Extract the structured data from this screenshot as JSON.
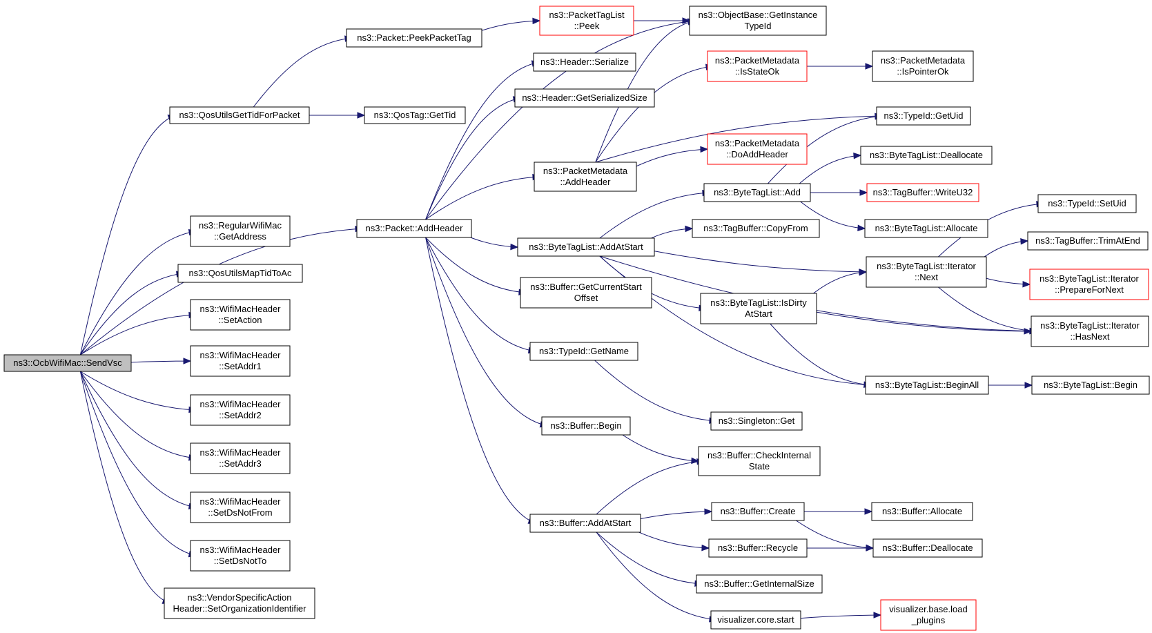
{
  "colors": {
    "edge": "#191970",
    "node_border": "#000000",
    "node_border_red": "#ff0000",
    "root_fill": "#bfbfbf"
  },
  "nodes": [
    {
      "id": "n0",
      "lines": [
        "ns3::OcbWifiMac::SendVsc"
      ],
      "root": true
    },
    {
      "id": "n1",
      "lines": [
        "ns3::QosUtilsGetTidForPacket"
      ]
    },
    {
      "id": "n2",
      "lines": [
        "ns3::Packet::PeekPacketTag"
      ]
    },
    {
      "id": "n3",
      "lines": [
        "ns3::PacketTagList",
        "::Peek"
      ],
      "red": true
    },
    {
      "id": "n4",
      "lines": [
        "ns3::ObjectBase::GetInstance",
        "TypeId"
      ]
    },
    {
      "id": "n5",
      "lines": [
        "ns3::QosTag::GetTid"
      ]
    },
    {
      "id": "n6",
      "lines": [
        "ns3::Packet::AddHeader"
      ]
    },
    {
      "id": "n7",
      "lines": [
        "ns3::Header::Serialize"
      ]
    },
    {
      "id": "n8",
      "lines": [
        "ns3::Header::GetSerializedSize"
      ]
    },
    {
      "id": "n9",
      "lines": [
        "ns3::PacketMetadata",
        "::AddHeader"
      ]
    },
    {
      "id": "n10",
      "lines": [
        "ns3::PacketMetadata",
        "::IsStateOk"
      ],
      "red": true
    },
    {
      "id": "n11",
      "lines": [
        "ns3::PacketMetadata",
        "::IsPointerOk"
      ]
    },
    {
      "id": "n12",
      "lines": [
        "ns3::TypeId::GetUid"
      ]
    },
    {
      "id": "n13",
      "lines": [
        "ns3::PacketMetadata",
        "::DoAddHeader"
      ],
      "red": true
    },
    {
      "id": "n14",
      "lines": [
        "ns3::ByteTagList::Deallocate"
      ]
    },
    {
      "id": "n15",
      "lines": [
        "ns3::ByteTagList::Add"
      ]
    },
    {
      "id": "n16",
      "lines": [
        "ns3::TagBuffer::WriteU32"
      ],
      "red": true
    },
    {
      "id": "n17",
      "lines": [
        "ns3::ByteTagList::Allocate"
      ]
    },
    {
      "id": "n18",
      "lines": [
        "ns3::ByteTagList::AddAtStart"
      ]
    },
    {
      "id": "n19",
      "lines": [
        "ns3::TagBuffer::CopyFrom"
      ]
    },
    {
      "id": "n20",
      "lines": [
        "ns3::TypeId::SetUid"
      ]
    },
    {
      "id": "n21",
      "lines": [
        "ns3::TagBuffer::TrimAtEnd"
      ]
    },
    {
      "id": "n22",
      "lines": [
        "ns3::ByteTagList::Iterator",
        "::Next"
      ]
    },
    {
      "id": "n23",
      "lines": [
        "ns3::ByteTagList::Iterator",
        "::PrepareForNext"
      ],
      "red": true
    },
    {
      "id": "n24",
      "lines": [
        "ns3::ByteTagList::IsDirty",
        "AtStart"
      ]
    },
    {
      "id": "n25",
      "lines": [
        "ns3::ByteTagList::Iterator",
        "::HasNext"
      ]
    },
    {
      "id": "n26",
      "lines": [
        "ns3::Buffer::GetCurrentStart",
        "Offset"
      ]
    },
    {
      "id": "n27",
      "lines": [
        "ns3::TypeId::GetName"
      ]
    },
    {
      "id": "n28",
      "lines": [
        "ns3::ByteTagList::BeginAll"
      ]
    },
    {
      "id": "n29",
      "lines": [
        "ns3::ByteTagList::Begin"
      ]
    },
    {
      "id": "n30",
      "lines": [
        "ns3::Singleton::Get"
      ]
    },
    {
      "id": "n31",
      "lines": [
        "ns3::Buffer::Begin"
      ]
    },
    {
      "id": "n32",
      "lines": [
        "ns3::Buffer::CheckInternal",
        "State"
      ]
    },
    {
      "id": "n33",
      "lines": [
        "ns3::Buffer::AddAtStart"
      ]
    },
    {
      "id": "n34",
      "lines": [
        "ns3::Buffer::Create"
      ]
    },
    {
      "id": "n35",
      "lines": [
        "ns3::Buffer::Allocate"
      ]
    },
    {
      "id": "n36",
      "lines": [
        "ns3::Buffer::Recycle"
      ]
    },
    {
      "id": "n37",
      "lines": [
        "ns3::Buffer::Deallocate"
      ]
    },
    {
      "id": "n38",
      "lines": [
        "ns3::Buffer::GetInternalSize"
      ]
    },
    {
      "id": "n39",
      "lines": [
        "visualizer.core.start"
      ]
    },
    {
      "id": "n40",
      "lines": [
        "visualizer.base.load",
        "_plugins"
      ],
      "red": true
    },
    {
      "id": "n41",
      "lines": [
        "ns3::RegularWifiMac",
        "::GetAddress"
      ]
    },
    {
      "id": "n42",
      "lines": [
        "ns3::QosUtilsMapTidToAc"
      ]
    },
    {
      "id": "n43",
      "lines": [
        "ns3::WifiMacHeader",
        "::SetAction"
      ]
    },
    {
      "id": "n44",
      "lines": [
        "ns3::WifiMacHeader",
        "::SetAddr1"
      ]
    },
    {
      "id": "n45",
      "lines": [
        "ns3::WifiMacHeader",
        "::SetAddr2"
      ]
    },
    {
      "id": "n46",
      "lines": [
        "ns3::WifiMacHeader",
        "::SetAddr3"
      ]
    },
    {
      "id": "n47",
      "lines": [
        "ns3::WifiMacHeader",
        "::SetDsNotFrom"
      ]
    },
    {
      "id": "n48",
      "lines": [
        "ns3::WifiMacHeader",
        "::SetDsNotTo"
      ]
    },
    {
      "id": "n49",
      "lines": [
        "ns3::VendorSpecificAction",
        "Header::SetOrganizationIdentifier"
      ]
    }
  ],
  "edges": [
    {
      "from": "n0",
      "to": "n1"
    },
    {
      "from": "n0",
      "to": "n6"
    },
    {
      "from": "n0",
      "to": "n41"
    },
    {
      "from": "n0",
      "to": "n42"
    },
    {
      "from": "n0",
      "to": "n43"
    },
    {
      "from": "n0",
      "to": "n44"
    },
    {
      "from": "n0",
      "to": "n45"
    },
    {
      "from": "n0",
      "to": "n46"
    },
    {
      "from": "n0",
      "to": "n47"
    },
    {
      "from": "n0",
      "to": "n48"
    },
    {
      "from": "n0",
      "to": "n49"
    },
    {
      "from": "n1",
      "to": "n2"
    },
    {
      "from": "n1",
      "to": "n5"
    },
    {
      "from": "n2",
      "to": "n3"
    },
    {
      "from": "n3",
      "to": "n4"
    },
    {
      "from": "n6",
      "to": "n4"
    },
    {
      "from": "n6",
      "to": "n7"
    },
    {
      "from": "n6",
      "to": "n8"
    },
    {
      "from": "n6",
      "to": "n9"
    },
    {
      "from": "n6",
      "to": "n18"
    },
    {
      "from": "n6",
      "to": "n26"
    },
    {
      "from": "n6",
      "to": "n27"
    },
    {
      "from": "n6",
      "to": "n31"
    },
    {
      "from": "n6",
      "to": "n33"
    },
    {
      "from": "n9",
      "to": "n4"
    },
    {
      "from": "n9",
      "to": "n10"
    },
    {
      "from": "n9",
      "to": "n12"
    },
    {
      "from": "n9",
      "to": "n13"
    },
    {
      "from": "n10",
      "to": "n11"
    },
    {
      "from": "n15",
      "to": "n12"
    },
    {
      "from": "n15",
      "to": "n14"
    },
    {
      "from": "n15",
      "to": "n16"
    },
    {
      "from": "n15",
      "to": "n17"
    },
    {
      "from": "n18",
      "to": "n15"
    },
    {
      "from": "n18",
      "to": "n19"
    },
    {
      "from": "n18",
      "to": "n22"
    },
    {
      "from": "n18",
      "to": "n24"
    },
    {
      "from": "n18",
      "to": "n25"
    },
    {
      "from": "n18",
      "to": "n28"
    },
    {
      "from": "n22",
      "to": "n20"
    },
    {
      "from": "n22",
      "to": "n21"
    },
    {
      "from": "n22",
      "to": "n23"
    },
    {
      "from": "n22",
      "to": "n25"
    },
    {
      "from": "n24",
      "to": "n22"
    },
    {
      "from": "n24",
      "to": "n25"
    },
    {
      "from": "n24",
      "to": "n28"
    },
    {
      "from": "n28",
      "to": "n29"
    },
    {
      "from": "n27",
      "to": "n30"
    },
    {
      "from": "n31",
      "to": "n32"
    },
    {
      "from": "n33",
      "to": "n32"
    },
    {
      "from": "n33",
      "to": "n34"
    },
    {
      "from": "n33",
      "to": "n36"
    },
    {
      "from": "n33",
      "to": "n38"
    },
    {
      "from": "n33",
      "to": "n39"
    },
    {
      "from": "n34",
      "to": "n35"
    },
    {
      "from": "n34",
      "to": "n37"
    },
    {
      "from": "n36",
      "to": "n37"
    },
    {
      "from": "n39",
      "to": "n40"
    }
  ]
}
